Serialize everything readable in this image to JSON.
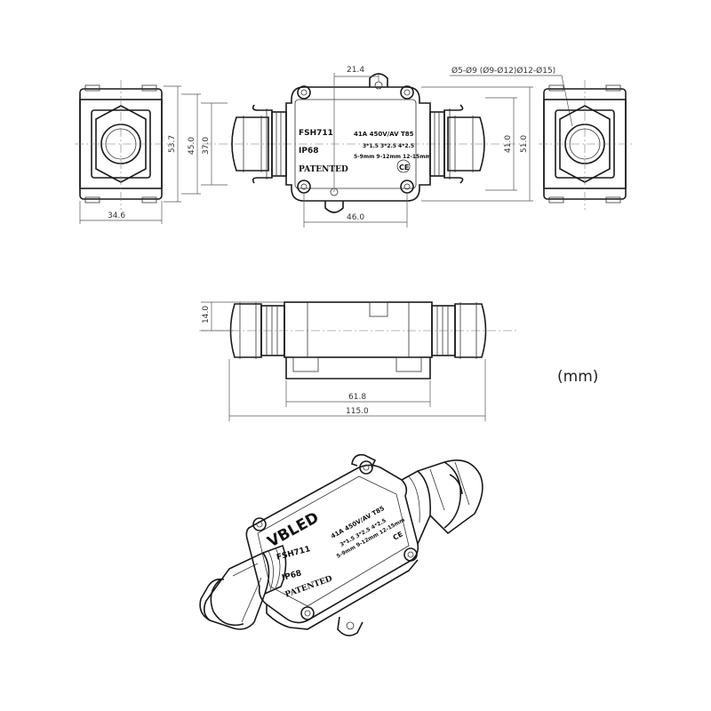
{
  "unit_label": "(mm)",
  "dimensions": {
    "d_21_4": "21.4",
    "d_cable": "Ø5-Ø9 (Ø9-Ø12)Ø12-Ø15)",
    "d_53_7": "53.7",
    "d_45_0": "45.0",
    "d_37_0": "37.0",
    "d_41_0": "41.0",
    "d_51_0": "51.0",
    "d_34_6": "34.6",
    "d_46_0": "46.0",
    "d_14_0": "14.0",
    "d_61_8": "61.8",
    "d_115_0": "115.0"
  },
  "product": {
    "model": "FSH711",
    "rating": "IP68",
    "patented": "PATENTED",
    "spec": "41A 450V/AV T85",
    "wires": "3*1.5  3*2.5  4*2.5",
    "cable_range": "5-9mm  9-12mm  12-15mm",
    "ce": "CE",
    "brand": "VBLED"
  }
}
